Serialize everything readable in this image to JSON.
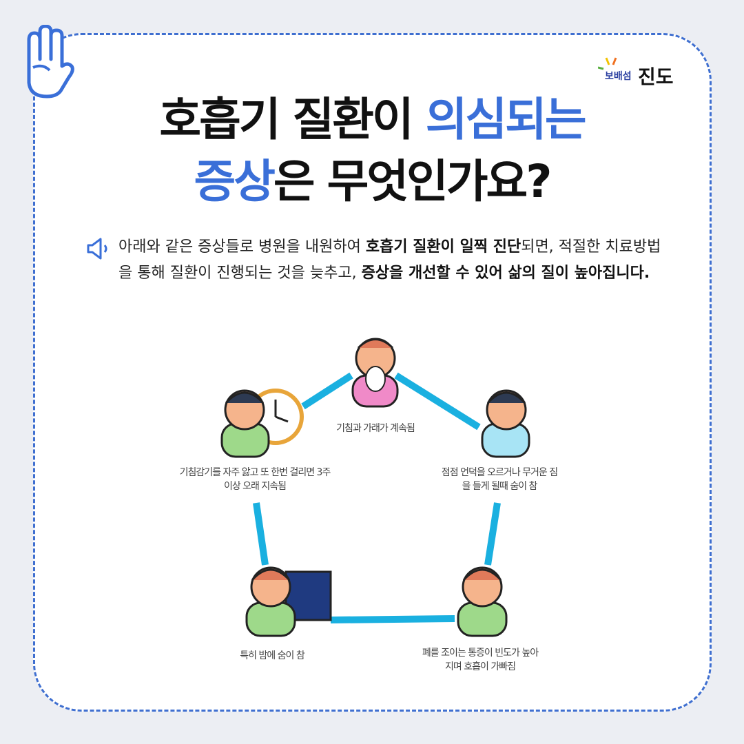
{
  "logo": {
    "small": "보배섬",
    "big": "진도"
  },
  "title": {
    "line1_black": "호흡기 질환이 ",
    "line1_blue": "의심되는",
    "line2_blue": "증상",
    "line2_black": "은 무엇인가요?"
  },
  "body": {
    "p1": "아래와 같은 증상들로 병원을 내원하여 ",
    "b1": "호흡기 질환이 일찍 진단",
    "p2": "되면, 적절한 치료방법을 통해 질환이 진행되는 것을 늦추고, ",
    "b2": "증상을 개선할 수 있어 삶의 질이 높아집니다."
  },
  "symptoms": [
    {
      "label": "기침과 가래가 계속됨"
    },
    {
      "label": "점점 언덕을 오르거나 무거운 짐을 들게 될때 숨이 참"
    },
    {
      "label": "폐를 조이는 통증이 빈도가 높아지며 호흡이 가빠짐"
    },
    {
      "label": "특히 밤에 숨이 참"
    },
    {
      "label": "기침감기를 자주 앓고 또 한번 걸리면 3주 이상 오래 지속됨"
    }
  ],
  "colors": {
    "accent": "#3a6fd8",
    "line": "#1ab0e0"
  }
}
